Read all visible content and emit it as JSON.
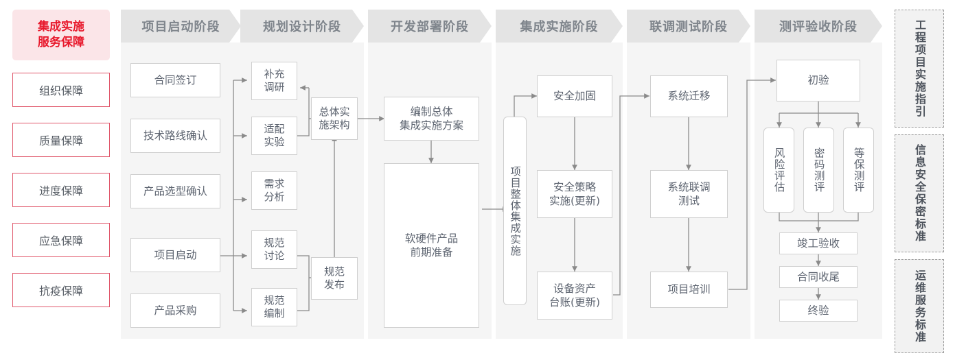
{
  "left_sidebar": {
    "lead": {
      "line1": "集成实施",
      "line2": "服务保障"
    },
    "items": [
      {
        "label": "组织保障"
      },
      {
        "label": "质量保障"
      },
      {
        "label": "进度保障"
      },
      {
        "label": "应急保障"
      },
      {
        "label": "抗疫保障"
      }
    ]
  },
  "phases": [
    {
      "title": "项目启动阶段"
    },
    {
      "title": "规划设计阶段"
    },
    {
      "title": "开发部署阶段"
    },
    {
      "title": "集成实施阶段"
    },
    {
      "title": "联调测试阶段"
    },
    {
      "title": "测评验收阶段"
    }
  ],
  "nodes": {
    "p1": [
      {
        "label": "合同签订"
      },
      {
        "label": "技术路线确认"
      },
      {
        "label": "产品选型确认"
      },
      {
        "label": "项目启动"
      },
      {
        "label": "产品采购"
      }
    ],
    "p2": [
      {
        "label": "补充\n调研"
      },
      {
        "label": "适配\n实验"
      },
      {
        "label": "需求\n分析"
      },
      {
        "label": "规范\n讨论"
      },
      {
        "label": "规范\n编制"
      },
      {
        "label": "总体实\n施架构"
      },
      {
        "label": "规范\n发布"
      }
    ],
    "p3": [
      {
        "label": "编制总体\n集成实施方案"
      },
      {
        "label": "软硬件产品\n前期准备"
      }
    ],
    "p4": [
      {
        "label": "项目整体集成实施"
      },
      {
        "label": "安全加固"
      },
      {
        "label": "安全策略\n实施(更新)"
      },
      {
        "label": "设备资产\n台账(更新)"
      }
    ],
    "p5": [
      {
        "label": "系统迁移"
      },
      {
        "label": "系统联调\n测试"
      },
      {
        "label": "项目培训"
      }
    ],
    "p6": [
      {
        "label": "初验"
      },
      {
        "label": "风险评估"
      },
      {
        "label": "密码测评"
      },
      {
        "label": "等保测评"
      },
      {
        "label": "竣工验收"
      },
      {
        "label": "合同收尾"
      },
      {
        "label": "终验"
      }
    ]
  },
  "right_sidebar": {
    "items": [
      {
        "label": "工程项目实施指引"
      },
      {
        "label": "信息安全保密标准"
      },
      {
        "label": "运维服务标准"
      }
    ]
  },
  "colors": {
    "accent_red": "#e8192c",
    "accent_pink_bg": "#fbe5e8",
    "phase_header_bg": "#e4e4e4",
    "phase_body_bg": "#f5f5f5",
    "node_border": "#cfcfcf",
    "connector": "#8a8a8a"
  }
}
